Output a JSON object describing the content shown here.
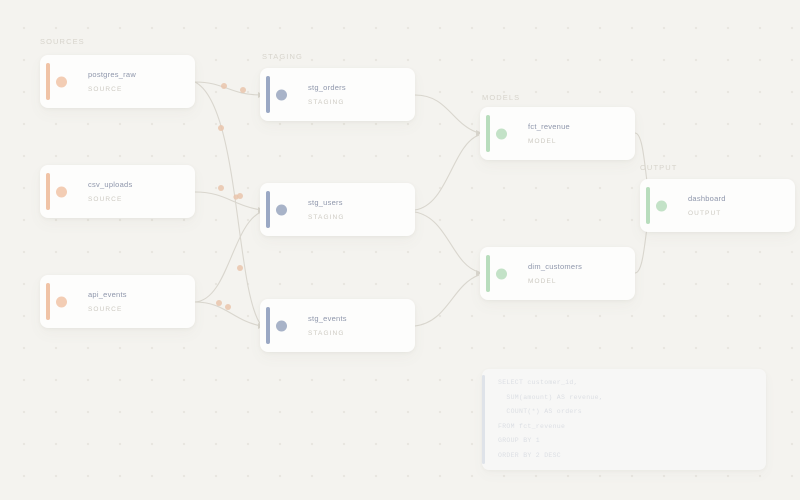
{
  "canvas": {
    "background_color": "#f4f3ef",
    "grid_dot_color": "#e8e6e0",
    "edge_color": "#d9d6ce"
  },
  "columns": [
    {
      "label": "SOURCES"
    },
    {
      "label": "STAGING"
    },
    {
      "label": "MODELS"
    },
    {
      "label": "OUTPUT"
    }
  ],
  "nodes": [
    {
      "title": "postgres_raw",
      "kind": "SOURCE",
      "accent": "#f0c3a6"
    },
    {
      "title": "csv_uploads",
      "kind": "SOURCE",
      "accent": "#f0c3a6"
    },
    {
      "title": "api_events",
      "kind": "SOURCE",
      "accent": "#f0c3a6"
    },
    {
      "title": "stg_orders",
      "kind": "STAGING",
      "accent": "#9aa8c4"
    },
    {
      "title": "stg_users",
      "kind": "STAGING",
      "accent": "#9aa8c4"
    },
    {
      "title": "stg_events",
      "kind": "STAGING",
      "accent": "#9aa8c4"
    },
    {
      "title": "fct_revenue",
      "kind": "MODEL",
      "accent": "#b8ddbd"
    },
    {
      "title": "dim_customers",
      "kind": "MODEL",
      "accent": "#b8ddbd"
    },
    {
      "title": "dashboard",
      "kind": "OUTPUT",
      "accent": "#b8ddbd"
    }
  ],
  "sql_panel": {
    "lines": [
      "SELECT customer_id,",
      "  SUM(amount) AS revenue,",
      "  COUNT(*) AS orders",
      "FROM fct_revenue",
      "GROUP BY 1",
      "ORDER BY 2 DESC"
    ]
  }
}
